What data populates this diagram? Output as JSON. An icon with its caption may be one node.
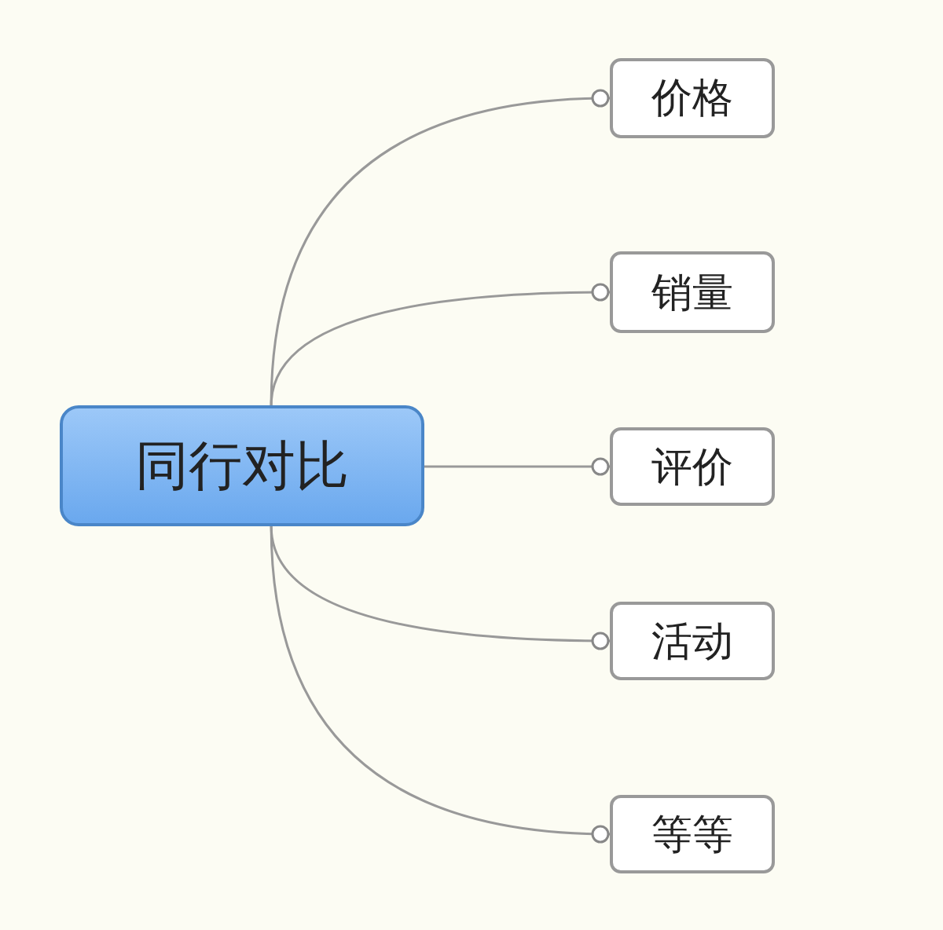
{
  "diagram": {
    "nodes": [
      {
        "text": [
          "同行对比"
        ]
      },
      {
        "text": [
          "价格"
        ]
      },
      {
        "text": [
          "销量"
        ]
      },
      {
        "text": [
          "评价"
        ]
      },
      {
        "text": [
          "活动"
        ]
      },
      {
        "text": [
          "等等"
        ]
      }
    ],
    "edges": [
      {
        "from": 0,
        "to": 1,
        "arrow": "other"
      },
      {
        "from": 0,
        "to": 2,
        "arrow": "other"
      },
      {
        "from": 0,
        "to": 3,
        "arrow": "other"
      },
      {
        "from": 0,
        "to": 4,
        "arrow": "other"
      },
      {
        "from": 0,
        "to": 5,
        "arrow": "other"
      }
    ]
  }
}
